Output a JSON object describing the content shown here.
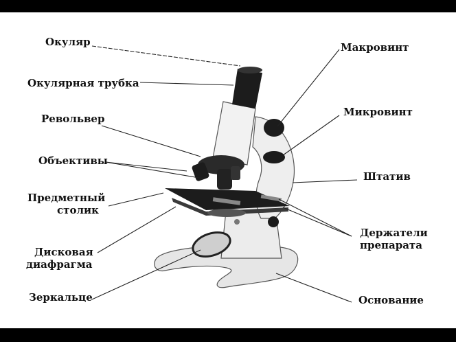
{
  "colors": {
    "background_frame": "#000000",
    "slide": "#ffffff",
    "label_text": "#111111",
    "leader_line": "#222222",
    "microscope_body": "#e6e6e6",
    "microscope_dark": "#1c1c1c"
  },
  "labels": {
    "eyepiece": "Окуляр",
    "eyepiece_tube": "Окулярная трубка",
    "revolver": "Револьвер",
    "objectives": "Объективы",
    "stage_line1": "Предметный",
    "stage_line2": "столик",
    "diaphragm_line1": "Дисковая",
    "diaphragm_line2": "диафрагма",
    "mirror": "Зеркальце",
    "coarse_focus": "Макровинт",
    "fine_focus": "Микровинт",
    "arm": "Штатив",
    "clips_line1": "Держатели",
    "clips_line2": "препарата",
    "base": "Основание"
  }
}
